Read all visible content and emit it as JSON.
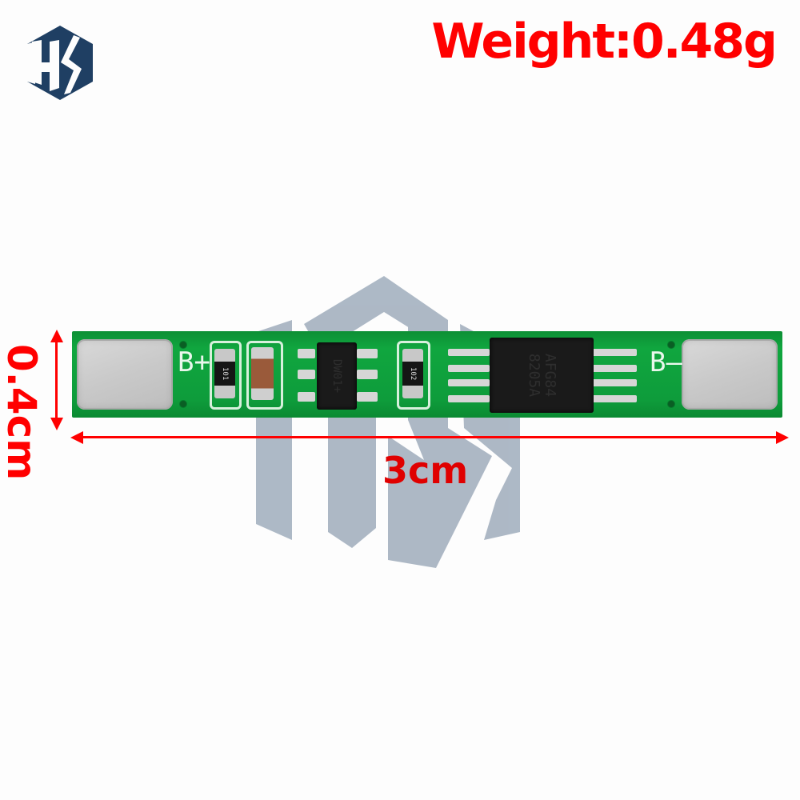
{
  "brand_logo": {
    "icon": "hs-hexagon-logo-icon",
    "color": "#1f3f63"
  },
  "weight_label": "Weight:0.48g",
  "dimensions": {
    "height_label": "0.4cm",
    "length_label": "3cm",
    "color": "#ff0000"
  },
  "pcb": {
    "color": "#0e9c3b",
    "left_terminal_label": "B+",
    "right_terminal_label": "B–",
    "resistor_1_marking": "101",
    "resistor_2_marking": "102",
    "protection_ic_marking": "DW01+",
    "mosfet_marking_line1": "AFG84",
    "mosfet_marking_line2": "8205A"
  },
  "watermark": {
    "icon": "hs-watermark-logo-icon",
    "color": "#a9b5c3"
  }
}
